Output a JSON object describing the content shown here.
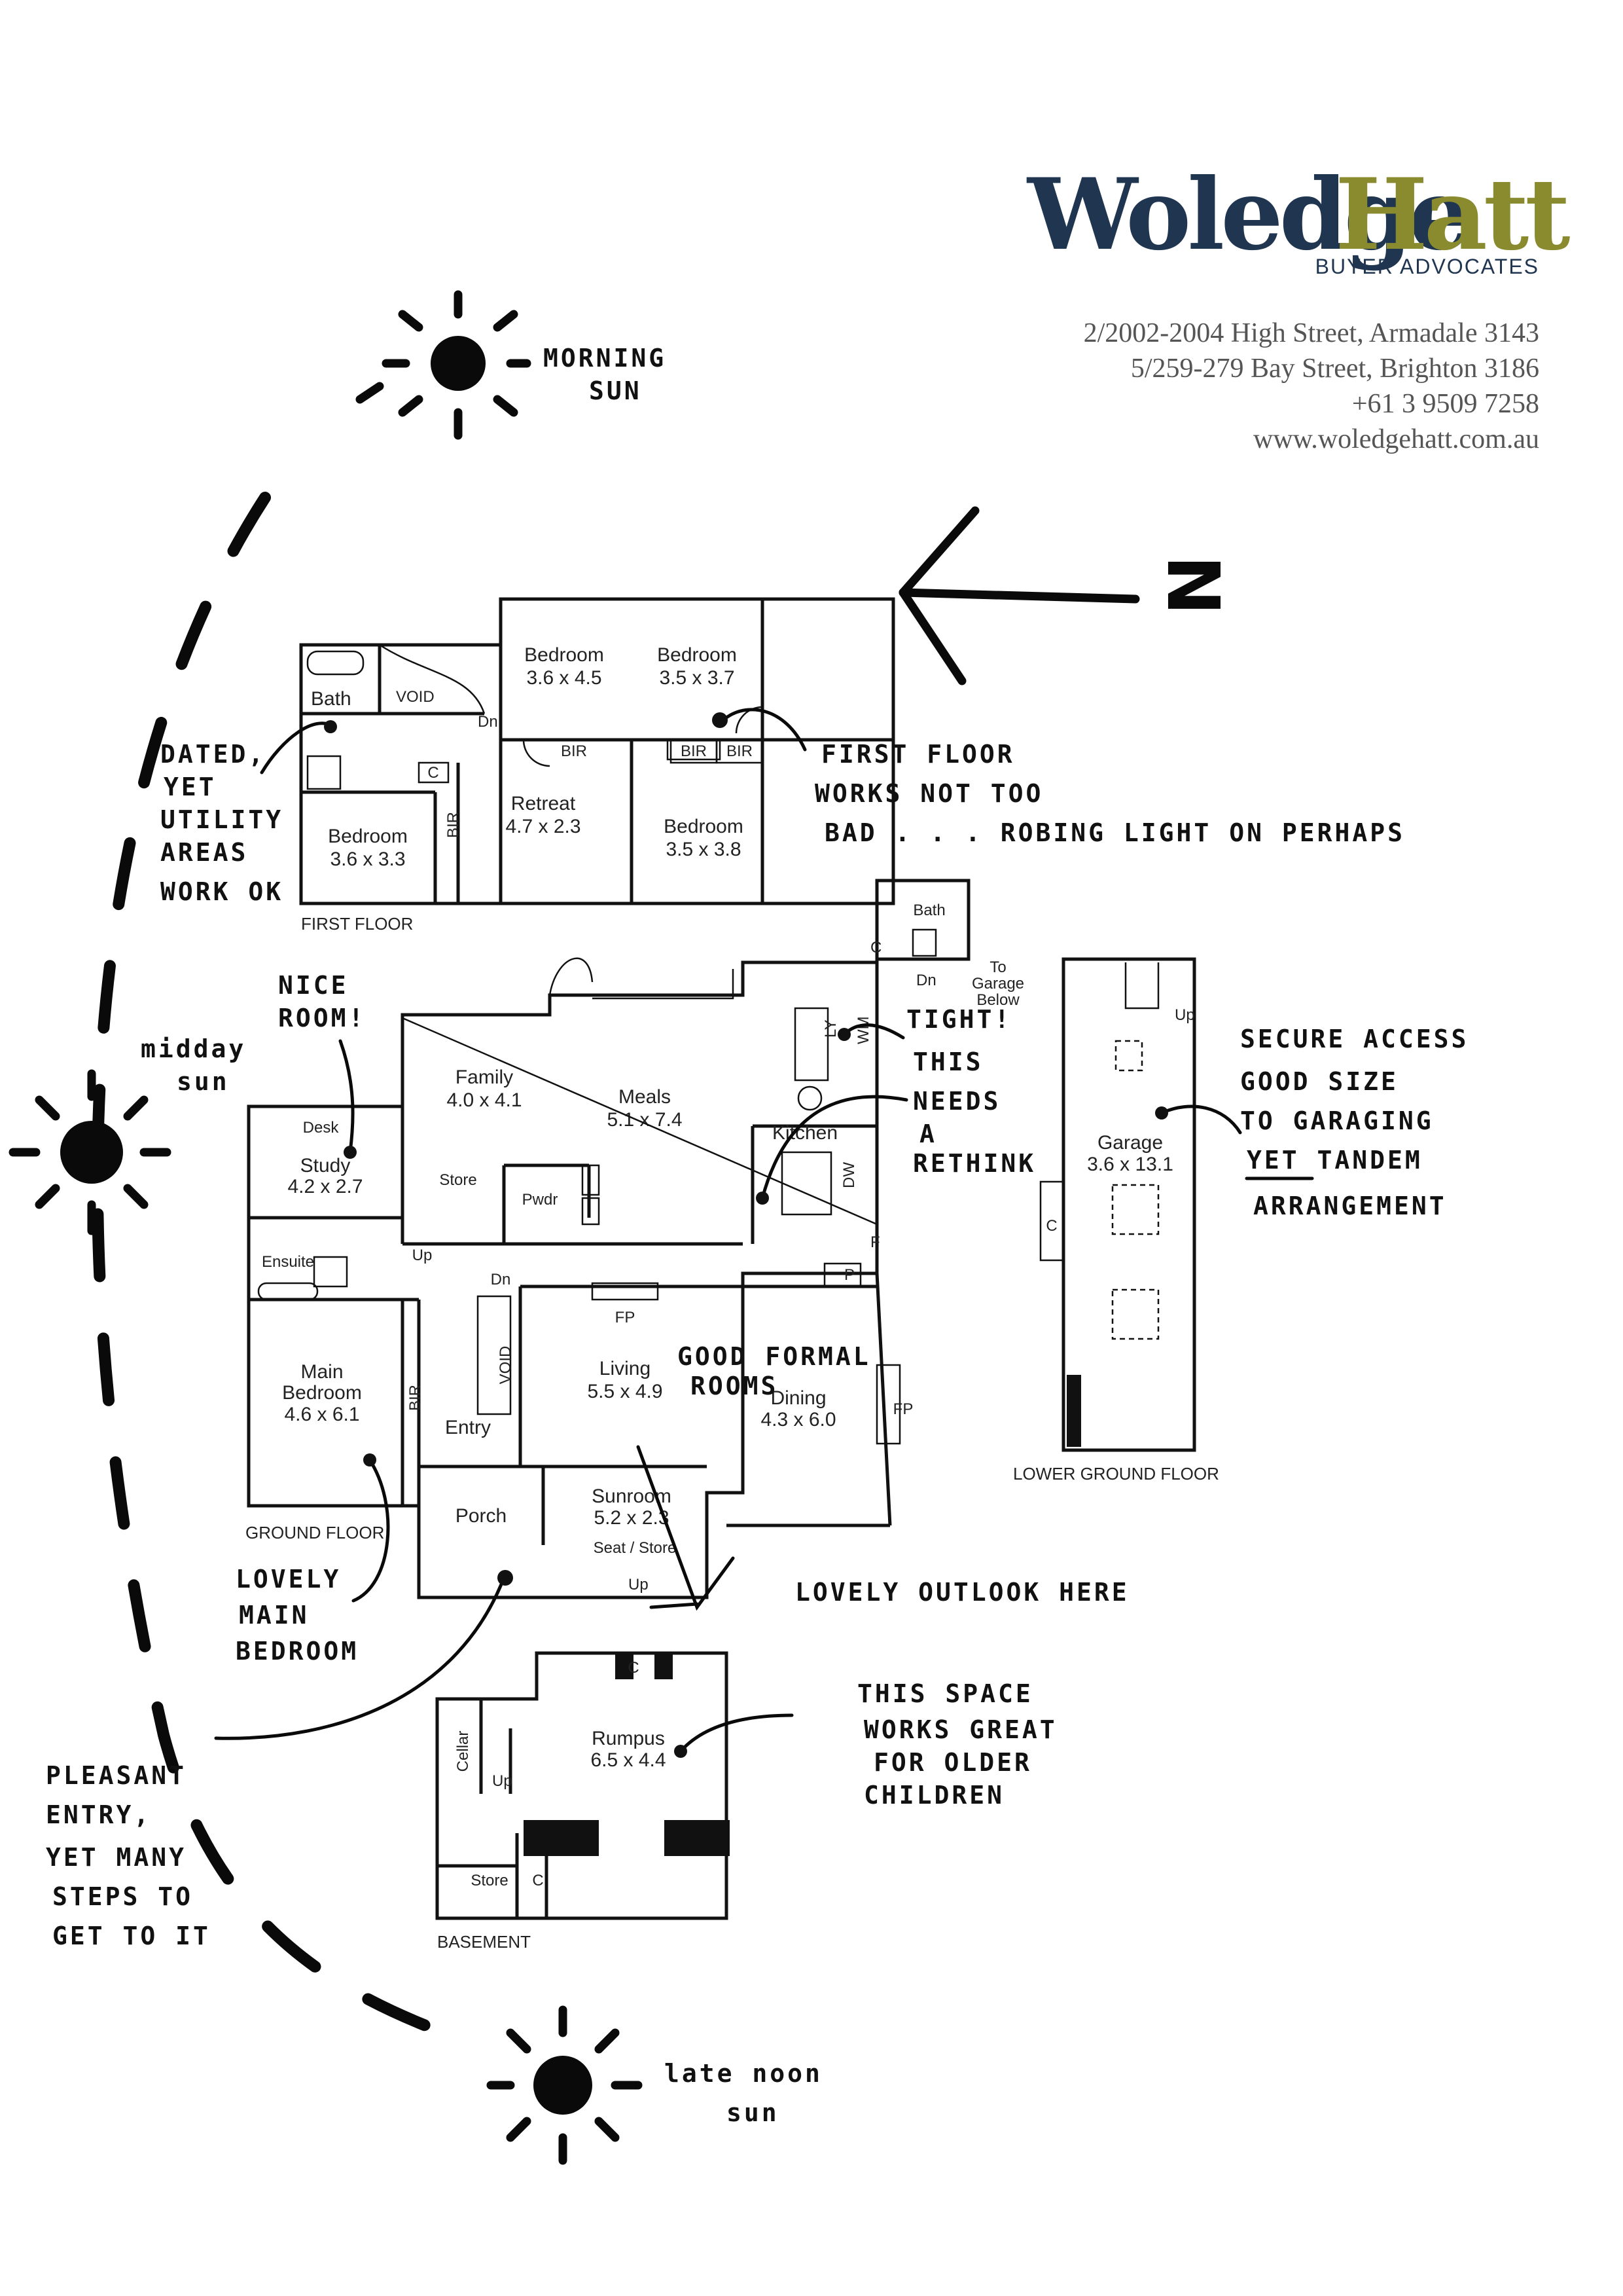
{
  "header": {
    "logo_word1": "Woledge",
    "logo_word2": "Hatt",
    "logo_tagline": "BUYER ADVOCATES",
    "address_lines": [
      "2/2002-2004 High Street, Armadale 3143",
      "5/259-279 Bay Street, Brighton 3186",
      "+61 3 9509 7258",
      "www.woledgehatt.com.au"
    ]
  },
  "colors": {
    "navy": "#1f3550",
    "olive": "#8a8b2e",
    "ink": "#0a0a0a",
    "gray_text": "#555555"
  },
  "compass": {
    "label": "N"
  },
  "floors": {
    "first": {
      "name": "FIRST FLOOR",
      "rooms": {
        "bath": "Bath",
        "void": "VOID",
        "dn": "Dn",
        "bed1_name": "Bedroom",
        "bed1_size": "3.6 x 4.5",
        "bed2_name": "Bedroom",
        "bed2_size": "3.5 x 3.7",
        "bir1": "BIR",
        "bir2": "BIR",
        "bir3": "BIR",
        "bir_v": "BIR",
        "c": "C",
        "retreat_name": "Retreat",
        "retreat_size": "4.7 x 2.3",
        "bed3_name": "Bedroom",
        "bed3_size": "3.6 x 3.3",
        "bed4_name": "Bedroom",
        "bed4_size": "3.5 x 3.8"
      }
    },
    "ground": {
      "name": "GROUND FLOOR",
      "rooms": {
        "family_name": "Family",
        "family_size": "4.0 x 4.1",
        "meals_name": "Meals",
        "meals_size": "5.1 x 7.4",
        "kitchen": "Kitchen",
        "desk": "Desk",
        "study_name": "Study",
        "study_size": "4.2 x 2.7",
        "store": "Store",
        "pwdr": "Pwdr",
        "ensuite": "Ensuite",
        "up": "Up",
        "dn": "Dn",
        "fp1": "FP",
        "fp2": "FP",
        "void": "VOID",
        "main_bed_name1": "Main",
        "main_bed_name2": "Bedroom",
        "main_bed_size": "4.6 x 6.1",
        "bir": "BIR",
        "entry": "Entry",
        "living_name": "Living",
        "living_size": "5.5 x 4.9",
        "dining_name": "Dining",
        "dining_size": "4.3 x 6.0",
        "porch": "Porch",
        "sunroom_name": "Sunroom",
        "sunroom_size": "5.2 x 2.3",
        "seat_store": "Seat / Store",
        "up2": "Up",
        "bath2": "Bath",
        "to_garage1": "To",
        "to_garage2": "Garage",
        "to_garage3": "Below",
        "dn2": "Dn",
        "c": "C",
        "f": "F",
        "p": "P",
        "dw": "DW",
        "wm": "WM",
        "ly": "LY"
      }
    },
    "lower_ground": {
      "name": "LOWER GROUND FLOOR",
      "rooms": {
        "garage_name": "Garage",
        "garage_size": "3.6 x 13.1",
        "up": "Up",
        "c": "C"
      }
    },
    "basement": {
      "name": "BASEMENT",
      "rooms": {
        "rumpus_name": "Rumpus",
        "rumpus_size": "6.5 x 4.4",
        "cellar": "Cellar",
        "up": "Up",
        "store": "Store",
        "c1": "C",
        "c2": "C"
      }
    }
  },
  "annotations": {
    "morning_sun": [
      "MORNING",
      "SUN"
    ],
    "midday_sun": [
      "midday",
      "sun"
    ],
    "late_noon_sun": [
      "late noon",
      "sun"
    ],
    "dated": [
      "DATED,",
      "YET",
      "UTILITY",
      "AREAS",
      "WORK OK"
    ],
    "first_floor": [
      "FIRST FLOOR",
      "WORKS NOT TOO",
      "BAD . . . ROBING LIGHT ON PERHAPS"
    ],
    "nice_room": [
      "NICE",
      "ROOM!"
    ],
    "tight": [
      "TIGHT!",
      "THIS",
      "NEEDS",
      "A",
      "RETHINK"
    ],
    "secure": [
      "SECURE ACCESS",
      "GOOD SIZE",
      "TO GARAGING",
      "YET TANDEM",
      "ARRANGEMENT"
    ],
    "good_formal": [
      "GOOD FORMAL",
      "ROOMS"
    ],
    "lovely_outlook": [
      "LOVELY OUTLOOK HERE"
    ],
    "lovely_main": [
      "LOVELY",
      "MAIN",
      "BEDROOM"
    ],
    "this_space": [
      "THIS SPACE",
      "WORKS GREAT",
      "FOR OLDER",
      "CHILDREN"
    ],
    "pleasant": [
      "PLEASANT",
      "ENTRY,",
      "YET MANY",
      "STEPS TO",
      "GET TO IT"
    ]
  }
}
